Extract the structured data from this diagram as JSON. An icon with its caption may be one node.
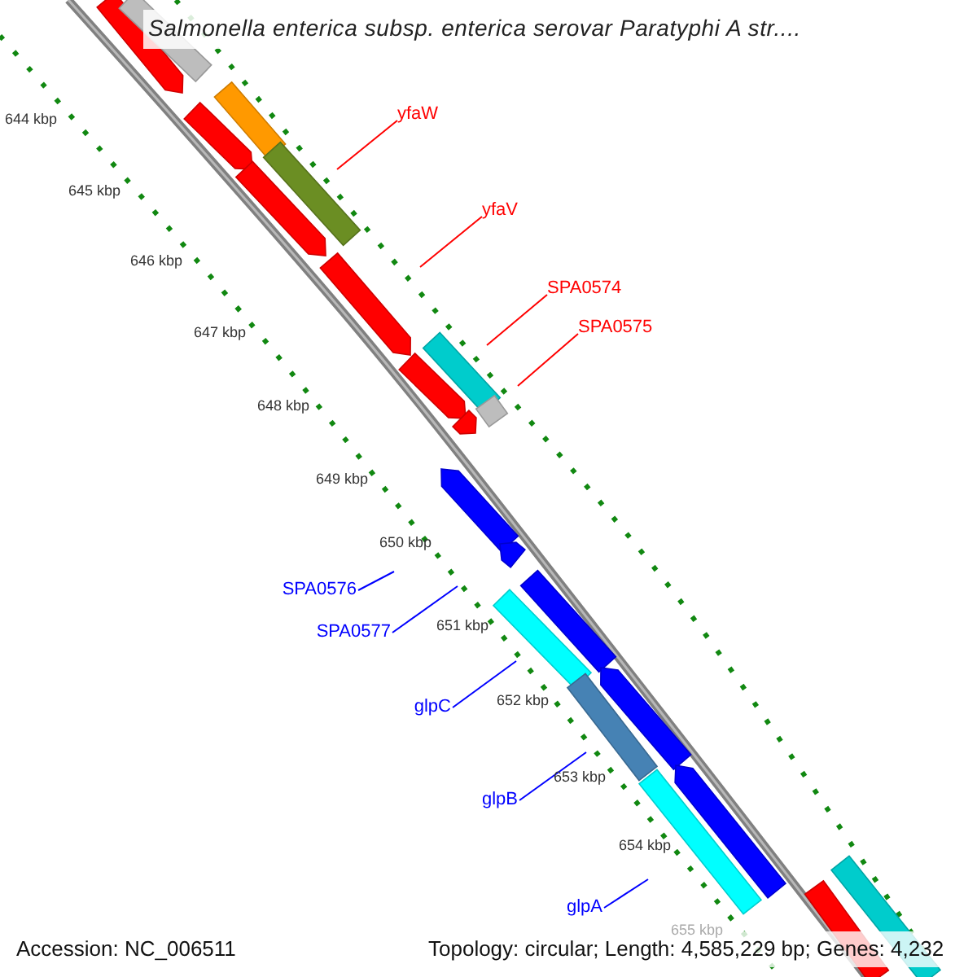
{
  "diagram": {
    "title": "Salmonella enterica subsp. enterica serovar Paratyphi A str....",
    "nodes": [
      {
        "text": [
          "yfaW"
        ]
      },
      {
        "text": [
          "yfaV"
        ]
      },
      {
        "text": [
          "SPA0574"
        ]
      },
      {
        "text": [
          "SPA0575"
        ]
      },
      {
        "text": [
          "SPA0576"
        ]
      },
      {
        "text": [
          "SPA0577"
        ]
      },
      {
        "text": [
          "glpC"
        ]
      },
      {
        "text": [
          "glpB"
        ]
      },
      {
        "text": [
          "glpA"
        ]
      }
    ],
    "edges": [
      {
        "from": 0,
        "to": null,
        "arrow": "none",
        "color": "#ff0000"
      },
      {
        "from": 1,
        "to": null,
        "arrow": "none",
        "color": "#ff0000"
      },
      {
        "from": 2,
        "to": null,
        "arrow": "none",
        "color": "#ff0000"
      },
      {
        "from": 3,
        "to": null,
        "arrow": "none",
        "color": "#ff0000"
      },
      {
        "from": 4,
        "to": null,
        "arrow": "none"
      },
      {
        "from": 5,
        "to": null,
        "arrow": "none"
      },
      {
        "from": 6,
        "to": null,
        "arrow": "none"
      },
      {
        "from": 7,
        "to": null,
        "arrow": "none"
      },
      {
        "from": 8,
        "to": null,
        "arrow": "none"
      }
    ],
    "labels": [
      "644 kbp",
      "645 kbp",
      "646 kbp",
      "647 kbp",
      "648 kbp",
      "649 kbp",
      "650 kbp",
      "651 kbp",
      "652 kbp",
      "653 kbp",
      "654 kbp",
      "655 kbp",
      "Accession: NC_006511",
      "Topology: circular; Length: 4,585,229 bp; Genes: 4,232"
    ]
  }
}
